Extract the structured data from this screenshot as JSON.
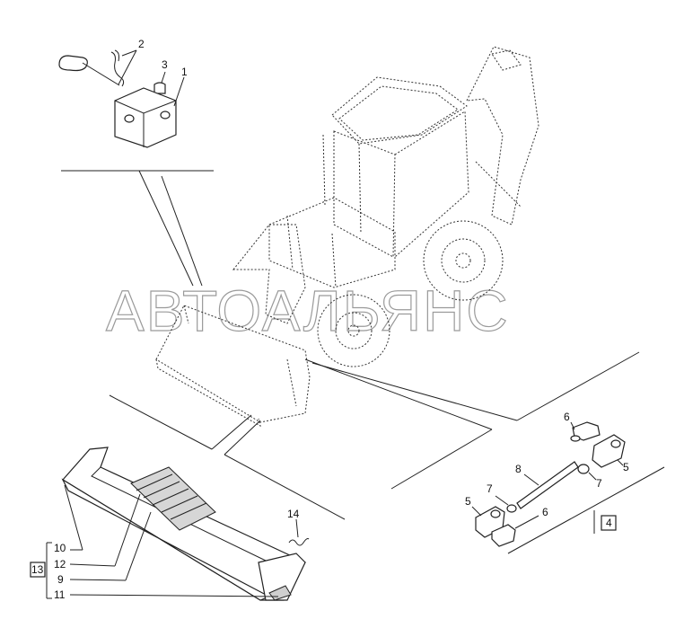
{
  "watermark": "АВТОАЛЬЯНС",
  "callouts": {
    "n1": "1",
    "n2": "2",
    "n3": "3",
    "n4": "4",
    "n5a": "5",
    "n5b": "5",
    "n6a": "6",
    "n6b": "6",
    "n7a": "7",
    "n7b": "7",
    "n8": "8",
    "n9": "9",
    "n10": "10",
    "n11": "11",
    "n12": "12",
    "n13": "13",
    "n14": "14"
  },
  "icons": {
    "machine": "backhoe-loader-illustration",
    "pin": "lock-pin-icon",
    "bracket": "bracket-icon"
  }
}
